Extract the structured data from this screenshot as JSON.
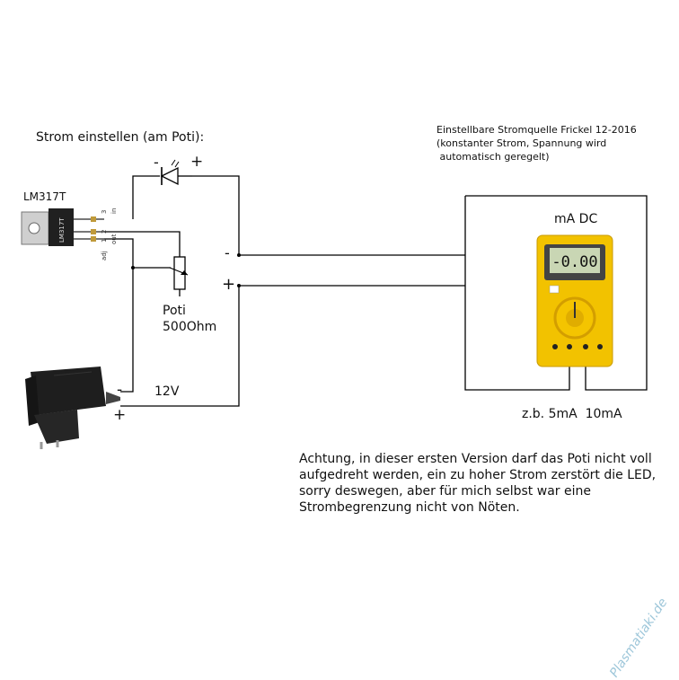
{
  "heading": "Strom einstellen (am Poti):",
  "title_lines": [
    "Einstellbare Stromquelle Frickel 12-2016",
    "(konstanter Strom, Spannung wird",
    " automatisch geregelt)"
  ],
  "regulator": {
    "name": "LM317T",
    "case_marking": "LM317T",
    "pin_numbers": [
      "3",
      "2",
      "1"
    ],
    "pin_names": [
      "in",
      "out",
      "adj"
    ]
  },
  "diode": {
    "minus": "-",
    "plus": "+"
  },
  "poti": {
    "label": "Poti",
    "value": "500Ohm"
  },
  "output_terminals": {
    "minus": "-",
    "plus": "+"
  },
  "supply": {
    "voltage": "12V",
    "minus": "-",
    "plus": "+"
  },
  "meter": {
    "label": "mA DC",
    "display": "-0.00",
    "ranges_text": "z.b. 5mA  10mA",
    "body_color": "#f2c200",
    "display_color": "#c9d6b4"
  },
  "warning_lines": [
    "Achtung, in dieser ersten Version darf das Poti nicht voll",
    "aufgedreht werden, ein zu hoher Strom zerstört die LED,",
    "sorry deswegen, aber für mich selbst war eine",
    "Strombegrenzung nicht von Nöten."
  ],
  "watermark": "Plasmatiaki.de"
}
